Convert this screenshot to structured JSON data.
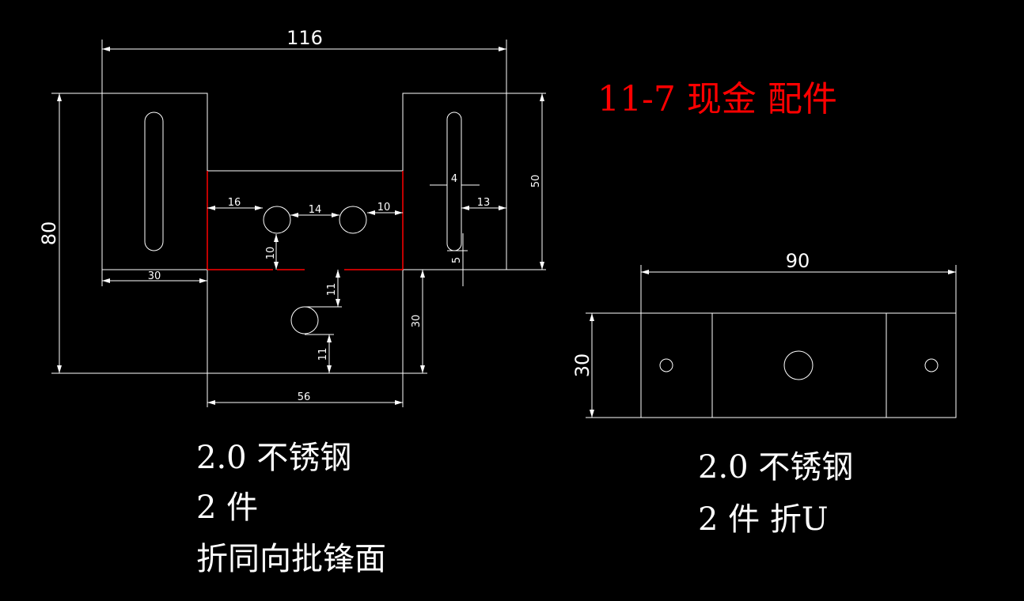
{
  "title": "11-7 现金 配件",
  "part1": {
    "dims": {
      "overall_width": "116",
      "height": "80",
      "hole_left": "16",
      "hole_gap": "14",
      "hole_right": "10",
      "slot_width": "4",
      "slot_edge": "13",
      "tab_height": "50",
      "hole_bottom": "10",
      "slot_bottom": "5",
      "tab_width": "30",
      "hole_top": "11",
      "hole_lower": "11",
      "lower_height": "30",
      "lower_width": "56"
    },
    "notes": [
      "2.0 不锈钢",
      "2 件",
      "折同向批锋面"
    ]
  },
  "part2": {
    "dims": {
      "width": "90",
      "height": "30"
    },
    "notes": [
      "2.0 不锈钢",
      "2 件 折U"
    ]
  }
}
